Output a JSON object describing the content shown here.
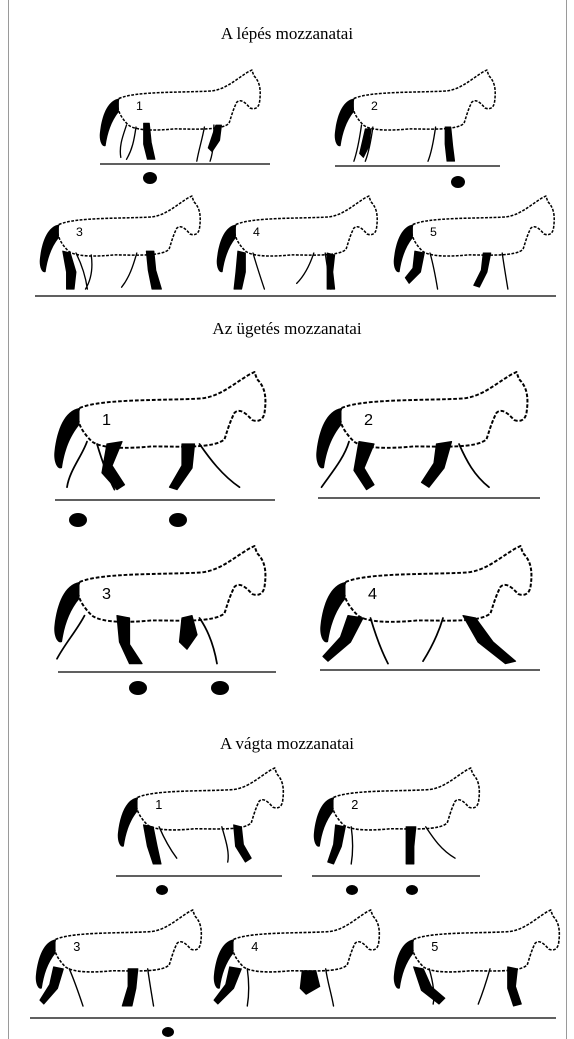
{
  "sections": [
    {
      "title": "A lépés mozzanatai",
      "figures": [
        {
          "number": "1"
        },
        {
          "number": "2"
        },
        {
          "number": "3"
        },
        {
          "number": "4"
        },
        {
          "number": "5"
        }
      ]
    },
    {
      "title": "Az ügetés mozzanatai",
      "figures": [
        {
          "number": "1"
        },
        {
          "number": "2"
        },
        {
          "number": "3"
        },
        {
          "number": "4"
        }
      ]
    },
    {
      "title": "A vágta mozzanatai",
      "figures": [
        {
          "number": "1"
        },
        {
          "number": "2"
        },
        {
          "number": "3"
        },
        {
          "number": "4"
        },
        {
          "number": "5"
        }
      ]
    }
  ]
}
